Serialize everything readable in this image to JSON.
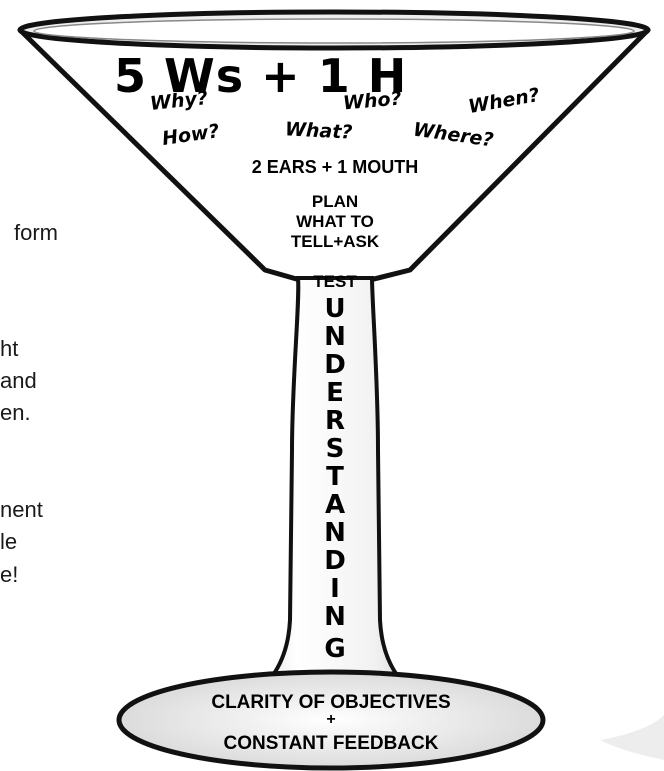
{
  "side_text": [
    "form",
    "ht",
    "and",
    "en.",
    "nent",
    "le",
    "e!"
  ],
  "glass": {
    "title": "5 Ws + 1 H",
    "questions": [
      "Why?",
      "Who?",
      "When?",
      "How?",
      "What?",
      "Where?"
    ],
    "ears_mouth": "2 EARS + 1 MOUTH",
    "plan_lines": [
      "PLAN",
      "WHAT TO",
      "TELL+ASK"
    ],
    "test": "TEST",
    "stem_letters": [
      "U",
      "N",
      "D",
      "E",
      "R",
      "S",
      "T",
      "A",
      "N",
      "D",
      "I",
      "N",
      "G"
    ],
    "base_line1": "CLARITY OF OBJECTIVES",
    "base_plus": "+",
    "base_line2": "CONSTANT FEEDBACK"
  }
}
